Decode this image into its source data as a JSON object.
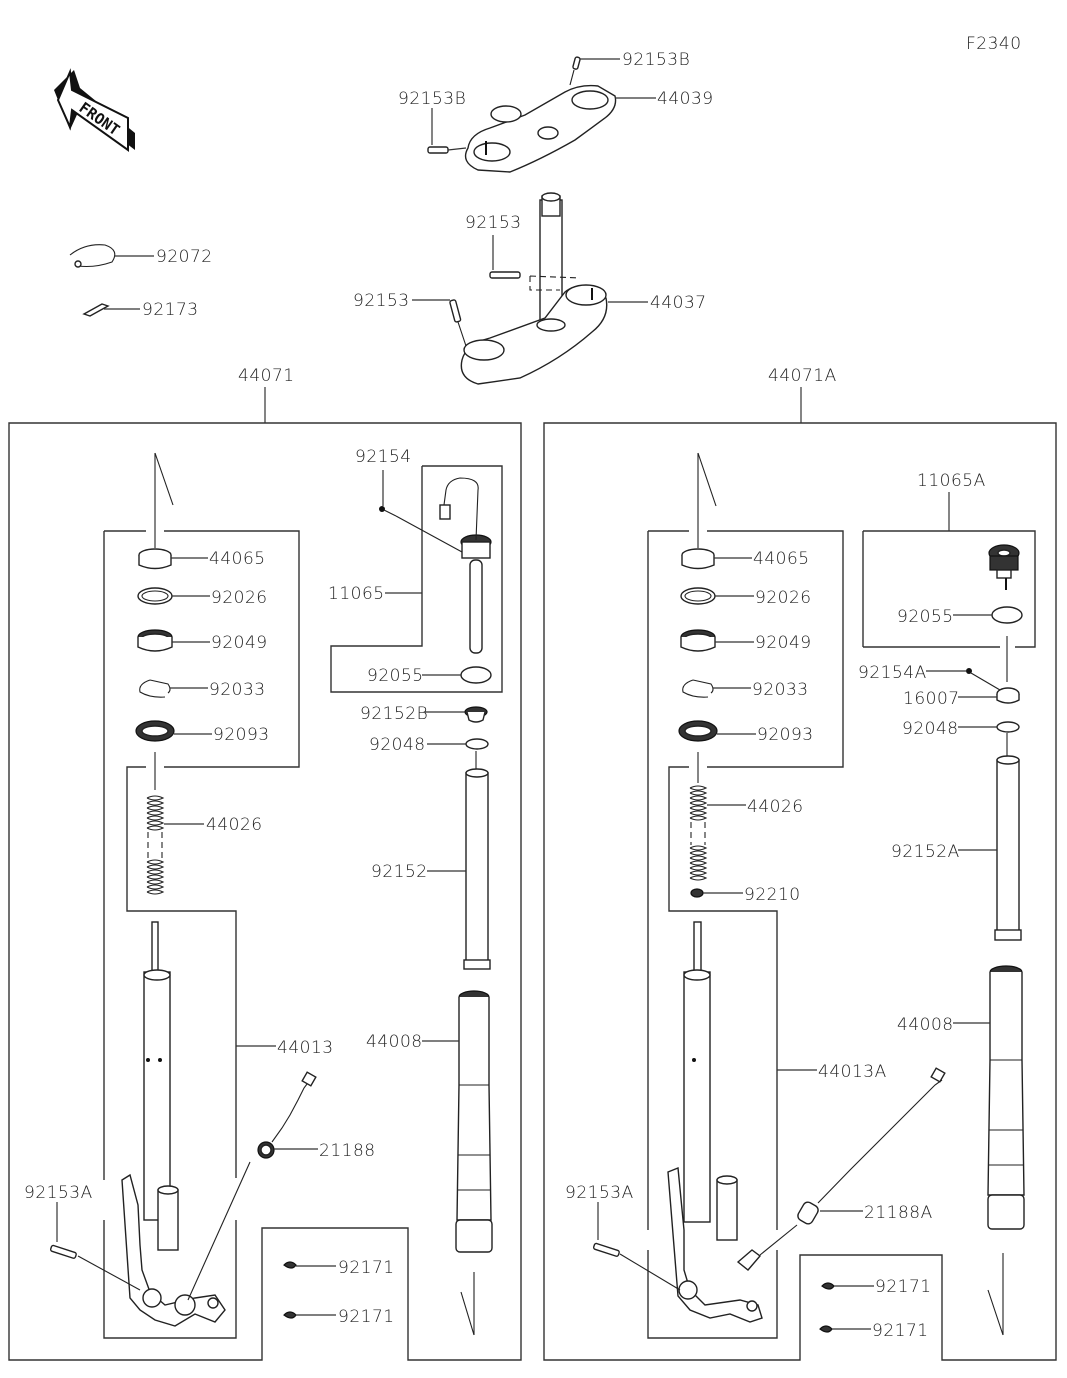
{
  "diagram": {
    "figure_code": "F2340",
    "front_arrow_label": "FRONT",
    "top_assembly": {
      "upper_bracket_bolt_top": "92153B",
      "upper_bracket_bolt_left": "92153B",
      "upper_bracket": "44039",
      "stem_bolt_upper": "92153",
      "stem_bolt_left": "92153",
      "stem_bracket": "44037"
    },
    "loose_parts": {
      "band": "92072",
      "clamp": "92173"
    },
    "left_fork": {
      "assembly": "44071",
      "bushing": "44065",
      "washer": "92026",
      "bushing_2": "92049",
      "circlip": "92033",
      "oil_seal": "92093",
      "spring": "44026",
      "inner_tube_outer": "44013",
      "sensor": "21188",
      "bolt": "92153A",
      "clip_1": "92171",
      "clip_2": "92171",
      "screw": "92154",
      "cap_assembly": "11065",
      "o_ring": "92055",
      "bushing_b": "92152B",
      "o_ring_2": "92048",
      "collar": "92152",
      "outer_tube": "44008"
    },
    "right_fork": {
      "assembly": "44071A",
      "bushing": "44065",
      "washer": "92026",
      "bushing_2": "92049",
      "circlip": "92033",
      "oil_seal": "92093",
      "spring": "44026",
      "nut": "92210",
      "inner_tube_outer": "44013A",
      "sensor": "21188A",
      "bolt": "92153A",
      "clip_1": "92171",
      "clip_2": "92171",
      "cap_assembly": "11065A",
      "o_ring": "92055",
      "screw": "92154A",
      "adjuster": "16007",
      "o_ring_2": "92048",
      "collar": "92152A",
      "outer_tube": "44008"
    }
  }
}
